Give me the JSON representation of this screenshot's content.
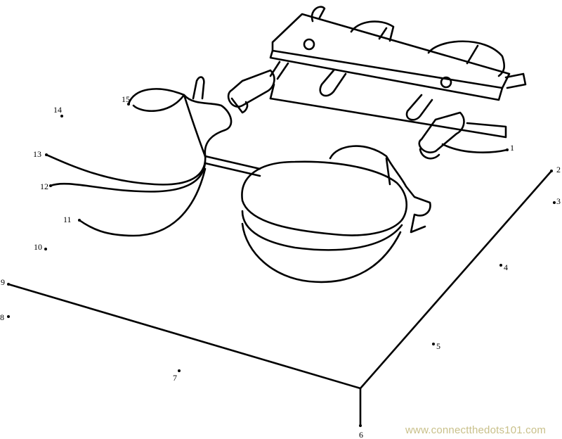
{
  "dots": [
    {
      "label": "1"
    },
    {
      "label": "2"
    },
    {
      "label": "3"
    },
    {
      "label": "4"
    },
    {
      "label": "5"
    },
    {
      "label": "6"
    },
    {
      "label": "7"
    },
    {
      "label": "8"
    },
    {
      "label": "9"
    },
    {
      "label": "10"
    },
    {
      "label": "11"
    },
    {
      "label": "12"
    },
    {
      "label": "13"
    },
    {
      "label": "14"
    },
    {
      "label": "15"
    }
  ],
  "watermark": "www.connectthedots101.com",
  "colors": {
    "line": "#000000",
    "watermark": "#c9c08a"
  }
}
